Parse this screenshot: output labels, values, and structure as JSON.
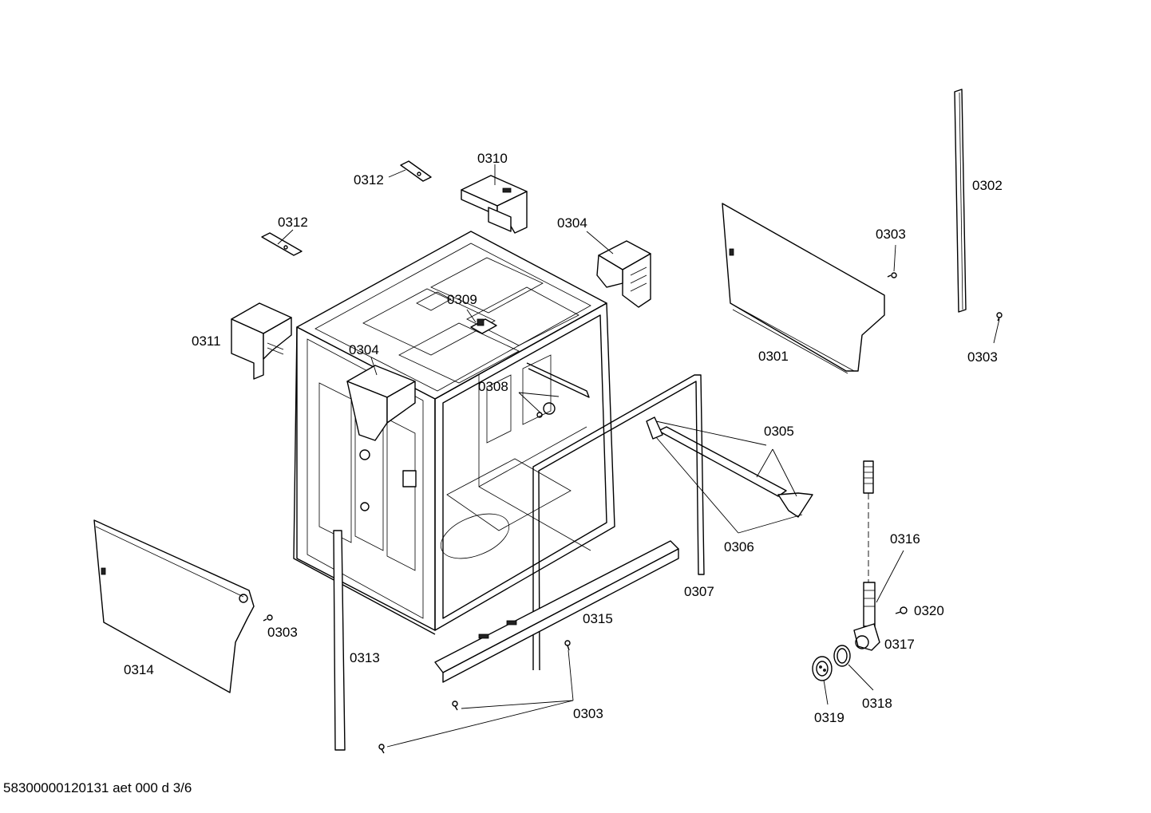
{
  "labels": {
    "l0301": "0301",
    "l0302": "0302",
    "l0303": "0303",
    "l0304": "0304",
    "l0305": "0305",
    "l0306": "0306",
    "l0307": "0307",
    "l0308": "0308",
    "l0309": "0309",
    "l0310": "0310",
    "l0311": "0311",
    "l0312": "0312",
    "l0313": "0313",
    "l0314": "0314",
    "l0315": "0315",
    "l0316": "0316",
    "l0317": "0317",
    "l0318": "0318",
    "l0319": "0319",
    "l0320": "0320"
  },
  "caption": "58300000120131 aet 000 d 3/6"
}
